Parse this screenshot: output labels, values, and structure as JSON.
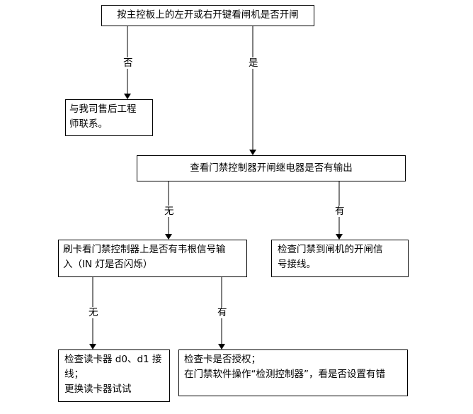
{
  "nodes": {
    "start": "按主控板上的左开或右开键看闸机是否开闸",
    "contact": [
      "与我司售后工程",
      "师联系。"
    ],
    "check_output": "查看门禁控制器开闸继电器是否有输出",
    "swipe": [
      "刷卡看门禁控制器上是否有韦根信号输",
      "入（IN 灯是否闪烁）"
    ],
    "check_wire": [
      "检查门禁到闸机的开闸信",
      "号接线。"
    ],
    "reader": [
      "检查读卡器 d0、d1 接",
      "线；",
      "更换读卡器试试"
    ],
    "auth": [
      "检查卡是否授权；",
      "在门禁软件操作“检测控制器”，看是否设置有错"
    ]
  },
  "edges": {
    "no_1": "否",
    "yes_1": "是",
    "none_1": "无",
    "has_1": "有",
    "none_2": "无",
    "has_2": "有"
  }
}
